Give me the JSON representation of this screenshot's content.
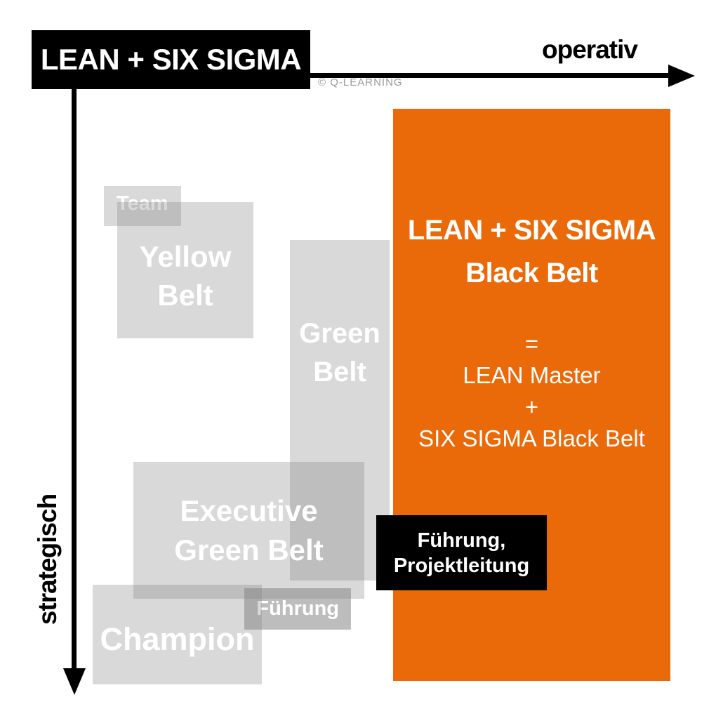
{
  "header": {
    "title": "LEAN + SIX SIGMA",
    "copyright": "© Q-LEARNING"
  },
  "axes": {
    "horizontal_label": "operativ",
    "vertical_label": "strategisch"
  },
  "belt_boxes": {
    "team": {
      "label": "Team"
    },
    "yellow_belt": {
      "lines": [
        "Yellow",
        "Belt"
      ]
    },
    "green_belt": {
      "lines": [
        "Green",
        "Belt"
      ]
    },
    "executive_green_belt": {
      "lines": [
        "Executive",
        "Green Belt"
      ]
    },
    "fuehrung_tag": {
      "label": "Führung"
    },
    "champion": {
      "label": "Champion"
    }
  },
  "black_belt_box": {
    "heading_lines": [
      "LEAN + SIX SIGMA",
      "Black Belt"
    ],
    "formula_lines": [
      "=",
      "LEAN Master",
      "+",
      "SIX SIGMA Black Belt"
    ]
  },
  "leadership_tag": {
    "lines": [
      "Führung,",
      "Projektleitung"
    ]
  },
  "colors": {
    "accent_orange": "#EA6909",
    "box_black": "#000000",
    "gray_overlay": "rgba(128,128,128,0.30)"
  }
}
